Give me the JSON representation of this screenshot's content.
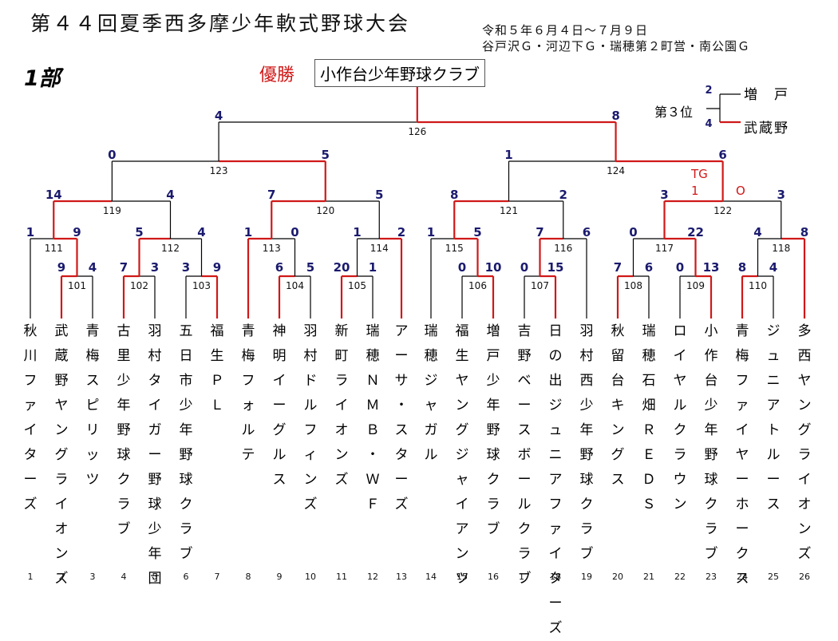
{
  "title": "第４４回夏季西多摩少年軟式野球大会",
  "dates": "令和５年６月４日～７月９日",
  "venues": "谷戸沢Ｇ・河辺下Ｇ・瑞穂第２町営・南公園Ｇ",
  "division": "1部",
  "champion_label": "優勝",
  "champion": "小作台少年野球クラブ",
  "third_place": {
    "label": "第３位",
    "teams": [
      {
        "name": "増　戸",
        "score": "2"
      },
      {
        "name": "武蔵野",
        "score": "4"
      }
    ]
  },
  "tiebreak_note": {
    "label": "TG",
    "left": "1",
    "right": "O"
  },
  "teams": [
    {
      "seed": "1",
      "name": "秋川ファイターズ"
    },
    {
      "seed": "2",
      "name": "武蔵野ヤングライオンズ"
    },
    {
      "seed": "3",
      "name": "青梅スピリッツ"
    },
    {
      "seed": "4",
      "name": "古里少年野球クラブ"
    },
    {
      "seed": "5",
      "name": "羽村タイガー野球少年団"
    },
    {
      "seed": "6",
      "name": "五日市少年野球クラブ"
    },
    {
      "seed": "7",
      "name": "福生ＰＬ"
    },
    {
      "seed": "8",
      "name": "青梅フォルテ"
    },
    {
      "seed": "9",
      "name": "神明イーグルス"
    },
    {
      "seed": "10",
      "name": "羽村ドルフィンズ"
    },
    {
      "seed": "11",
      "name": "新町ライオンズ"
    },
    {
      "seed": "12",
      "name": "瑞穂ＮＭＢ・ＷＦ"
    },
    {
      "seed": "13",
      "name": "アーサ・スターズ"
    },
    {
      "seed": "14",
      "name": "瑞穂ジャガル"
    },
    {
      "seed": "15",
      "name": "福生ヤングジャイアンツ"
    },
    {
      "seed": "16",
      "name": "増戸少年野球クラブ"
    },
    {
      "seed": "17",
      "name": "吉野ベースボールクラブ"
    },
    {
      "seed": "18",
      "name": "日の出ジュニアファイターズ"
    },
    {
      "seed": "19",
      "name": "羽村西少年野球クラブ"
    },
    {
      "seed": "20",
      "name": "秋留台キングス"
    },
    {
      "seed": "21",
      "name": "瑞穂石畑ＲＥＤＳ"
    },
    {
      "seed": "22",
      "name": "ロイヤルクラウン"
    },
    {
      "seed": "23",
      "name": "小作台少年野球クラブ"
    },
    {
      "seed": "24",
      "name": "青梅ファイヤーホークス"
    },
    {
      "seed": "25",
      "name": "ジュニアトルース"
    },
    {
      "seed": "26",
      "name": "多西ヤングライオンズ"
    }
  ],
  "matches": [
    {
      "no": "101",
      "scores": [
        "9",
        "4"
      ]
    },
    {
      "no": "102",
      "scores": [
        "7",
        "3"
      ]
    },
    {
      "no": "103",
      "scores": [
        "3",
        "9"
      ]
    },
    {
      "no": "104",
      "scores": [
        "6",
        "5"
      ]
    },
    {
      "no": "105",
      "scores": [
        "20",
        "1"
      ]
    },
    {
      "no": "106",
      "scores": [
        "0",
        "10"
      ]
    },
    {
      "no": "107",
      "scores": [
        "0",
        "15"
      ]
    },
    {
      "no": "108",
      "scores": [
        "7",
        "6"
      ]
    },
    {
      "no": "109",
      "scores": [
        "0",
        "13"
      ]
    },
    {
      "no": "110",
      "scores": [
        "8",
        "4"
      ]
    },
    {
      "no": "111",
      "scores": [
        "1",
        "9"
      ]
    },
    {
      "no": "112",
      "scores": [
        "5",
        "4"
      ]
    },
    {
      "no": "113",
      "scores": [
        "1",
        "0"
      ]
    },
    {
      "no": "114",
      "scores": [
        "1",
        "2"
      ]
    },
    {
      "no": "115",
      "scores": [
        "1",
        "5"
      ]
    },
    {
      "no": "116",
      "scores": [
        "7",
        "6"
      ]
    },
    {
      "no": "117",
      "scores": [
        "0",
        "22"
      ]
    },
    {
      "no": "118",
      "scores": [
        "4",
        "8"
      ]
    },
    {
      "no": "119",
      "scores": [
        "14",
        "4"
      ]
    },
    {
      "no": "120",
      "scores": [
        "7",
        "5"
      ]
    },
    {
      "no": "121",
      "scores": [
        "8",
        "2"
      ]
    },
    {
      "no": "122",
      "scores": [
        "3",
        "3"
      ]
    },
    {
      "no": "123",
      "scores": [
        "0",
        "5"
      ]
    },
    {
      "no": "124",
      "scores": [
        "1",
        "6"
      ]
    },
    {
      "no": "126",
      "scores": [
        "4",
        "8"
      ]
    }
  ],
  "colors": {
    "winner_line": "#d01818",
    "loser_line": "#000000",
    "score_text": "#1a1a6e"
  }
}
